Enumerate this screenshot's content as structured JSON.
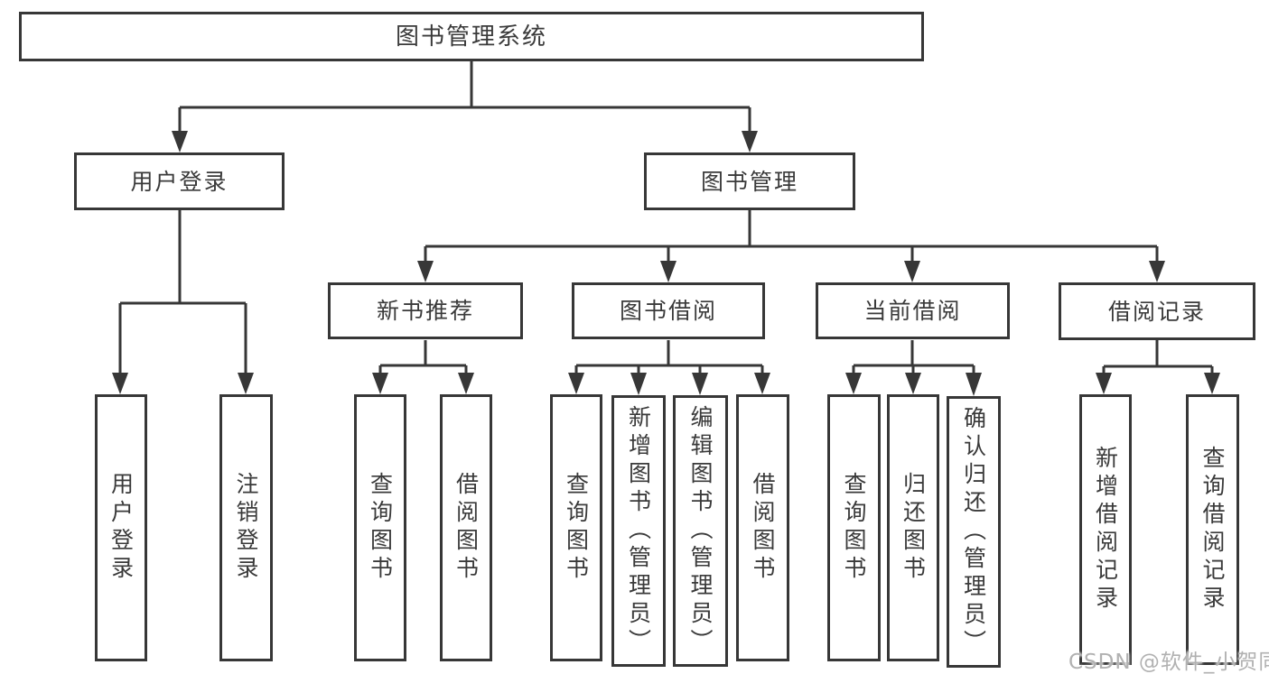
{
  "colors": {
    "line": "#373737",
    "text": "#3a3a3a",
    "background": "#ffffff",
    "watermark": "#b1b1b1"
  },
  "watermark": "CSDN @软件_小贺同学",
  "tree": {
    "root": {
      "label": "图书管理系统",
      "children": [
        {
          "label": "用户登录",
          "children": [
            {
              "label": "用户登录"
            },
            {
              "label": "注销登录"
            }
          ]
        },
        {
          "label": "图书管理",
          "children": [
            {
              "label": "新书推荐",
              "children": [
                {
                  "label": "查询图书"
                },
                {
                  "label": "借阅图书"
                }
              ]
            },
            {
              "label": "图书借阅",
              "children": [
                {
                  "label": "查询图书"
                },
                {
                  "label": "新增图书（管理员）"
                },
                {
                  "label": "编辑图书（管理员）"
                },
                {
                  "label": "借阅图书"
                }
              ]
            },
            {
              "label": "当前借阅",
              "children": [
                {
                  "label": "查询图书"
                },
                {
                  "label": "归还图书"
                },
                {
                  "label": "确认归还（管理员）"
                }
              ]
            },
            {
              "label": "借阅记录",
              "children": [
                {
                  "label": "新增借阅记录"
                },
                {
                  "label": "查询借阅记录"
                }
              ]
            }
          ]
        }
      ]
    }
  }
}
